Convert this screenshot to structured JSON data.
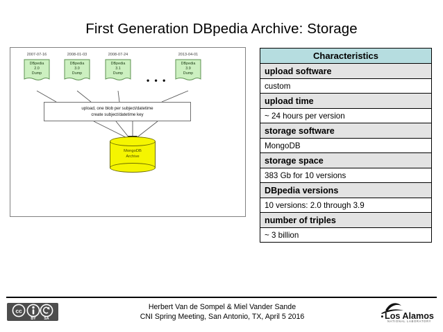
{
  "slide": {
    "title": "First Generation DBpedia Archive: Storage"
  },
  "diagram": {
    "dumps": [
      {
        "date": "2007-07-16",
        "line1": "DBpedia",
        "line2": "2.0",
        "line3": "Dump"
      },
      {
        "date": "2008-01-03",
        "line1": "DBpedia",
        "line2": "3.0",
        "line3": "Dump"
      },
      {
        "date": "2008-07-24",
        "line1": "DBpedia",
        "line2": "3.1",
        "line3": "Dump"
      },
      {
        "date": "2013-04-01",
        "line1": "DBpedia",
        "line2": "3.9",
        "line3": "Dump"
      }
    ],
    "ellipsis": "• • •",
    "upload_box": {
      "line1": "upload, one blob per subject/datetime",
      "line2": "create subject/datetime key"
    },
    "store": {
      "line1": "MongoDB",
      "line2": "Archive"
    }
  },
  "table": {
    "header": "Characteristics",
    "rows": [
      {
        "label": "upload software",
        "value": "custom"
      },
      {
        "label": "upload time",
        "value": "~ 24 hours per version"
      },
      {
        "label": "storage software",
        "value": "MongoDB"
      },
      {
        "label": "storage space",
        "value": "383 Gb for 10 versions"
      },
      {
        "label": "DBpedia versions",
        "value": "10 versions: 2.0 through 3.9"
      },
      {
        "label": "number of triples",
        "value": "~ 3 billion"
      }
    ]
  },
  "footer": {
    "line1": "Herbert Van de Sompel & Miel Vander Sande",
    "line2": "CNI Spring Meeting, San Antonio, TX, April 5 2016",
    "license": {
      "cc": "CC",
      "by": "BY",
      "sa": "SA"
    },
    "lab": {
      "name": "Los Alamos",
      "subtitle": "NATIONAL LABORATORY"
    }
  },
  "colors": {
    "table_header_bg": "#b6dde0",
    "table_label_bg": "#e3e3e3",
    "dump_green": "#ccf0c0",
    "store_yellow": "#f5f500"
  }
}
